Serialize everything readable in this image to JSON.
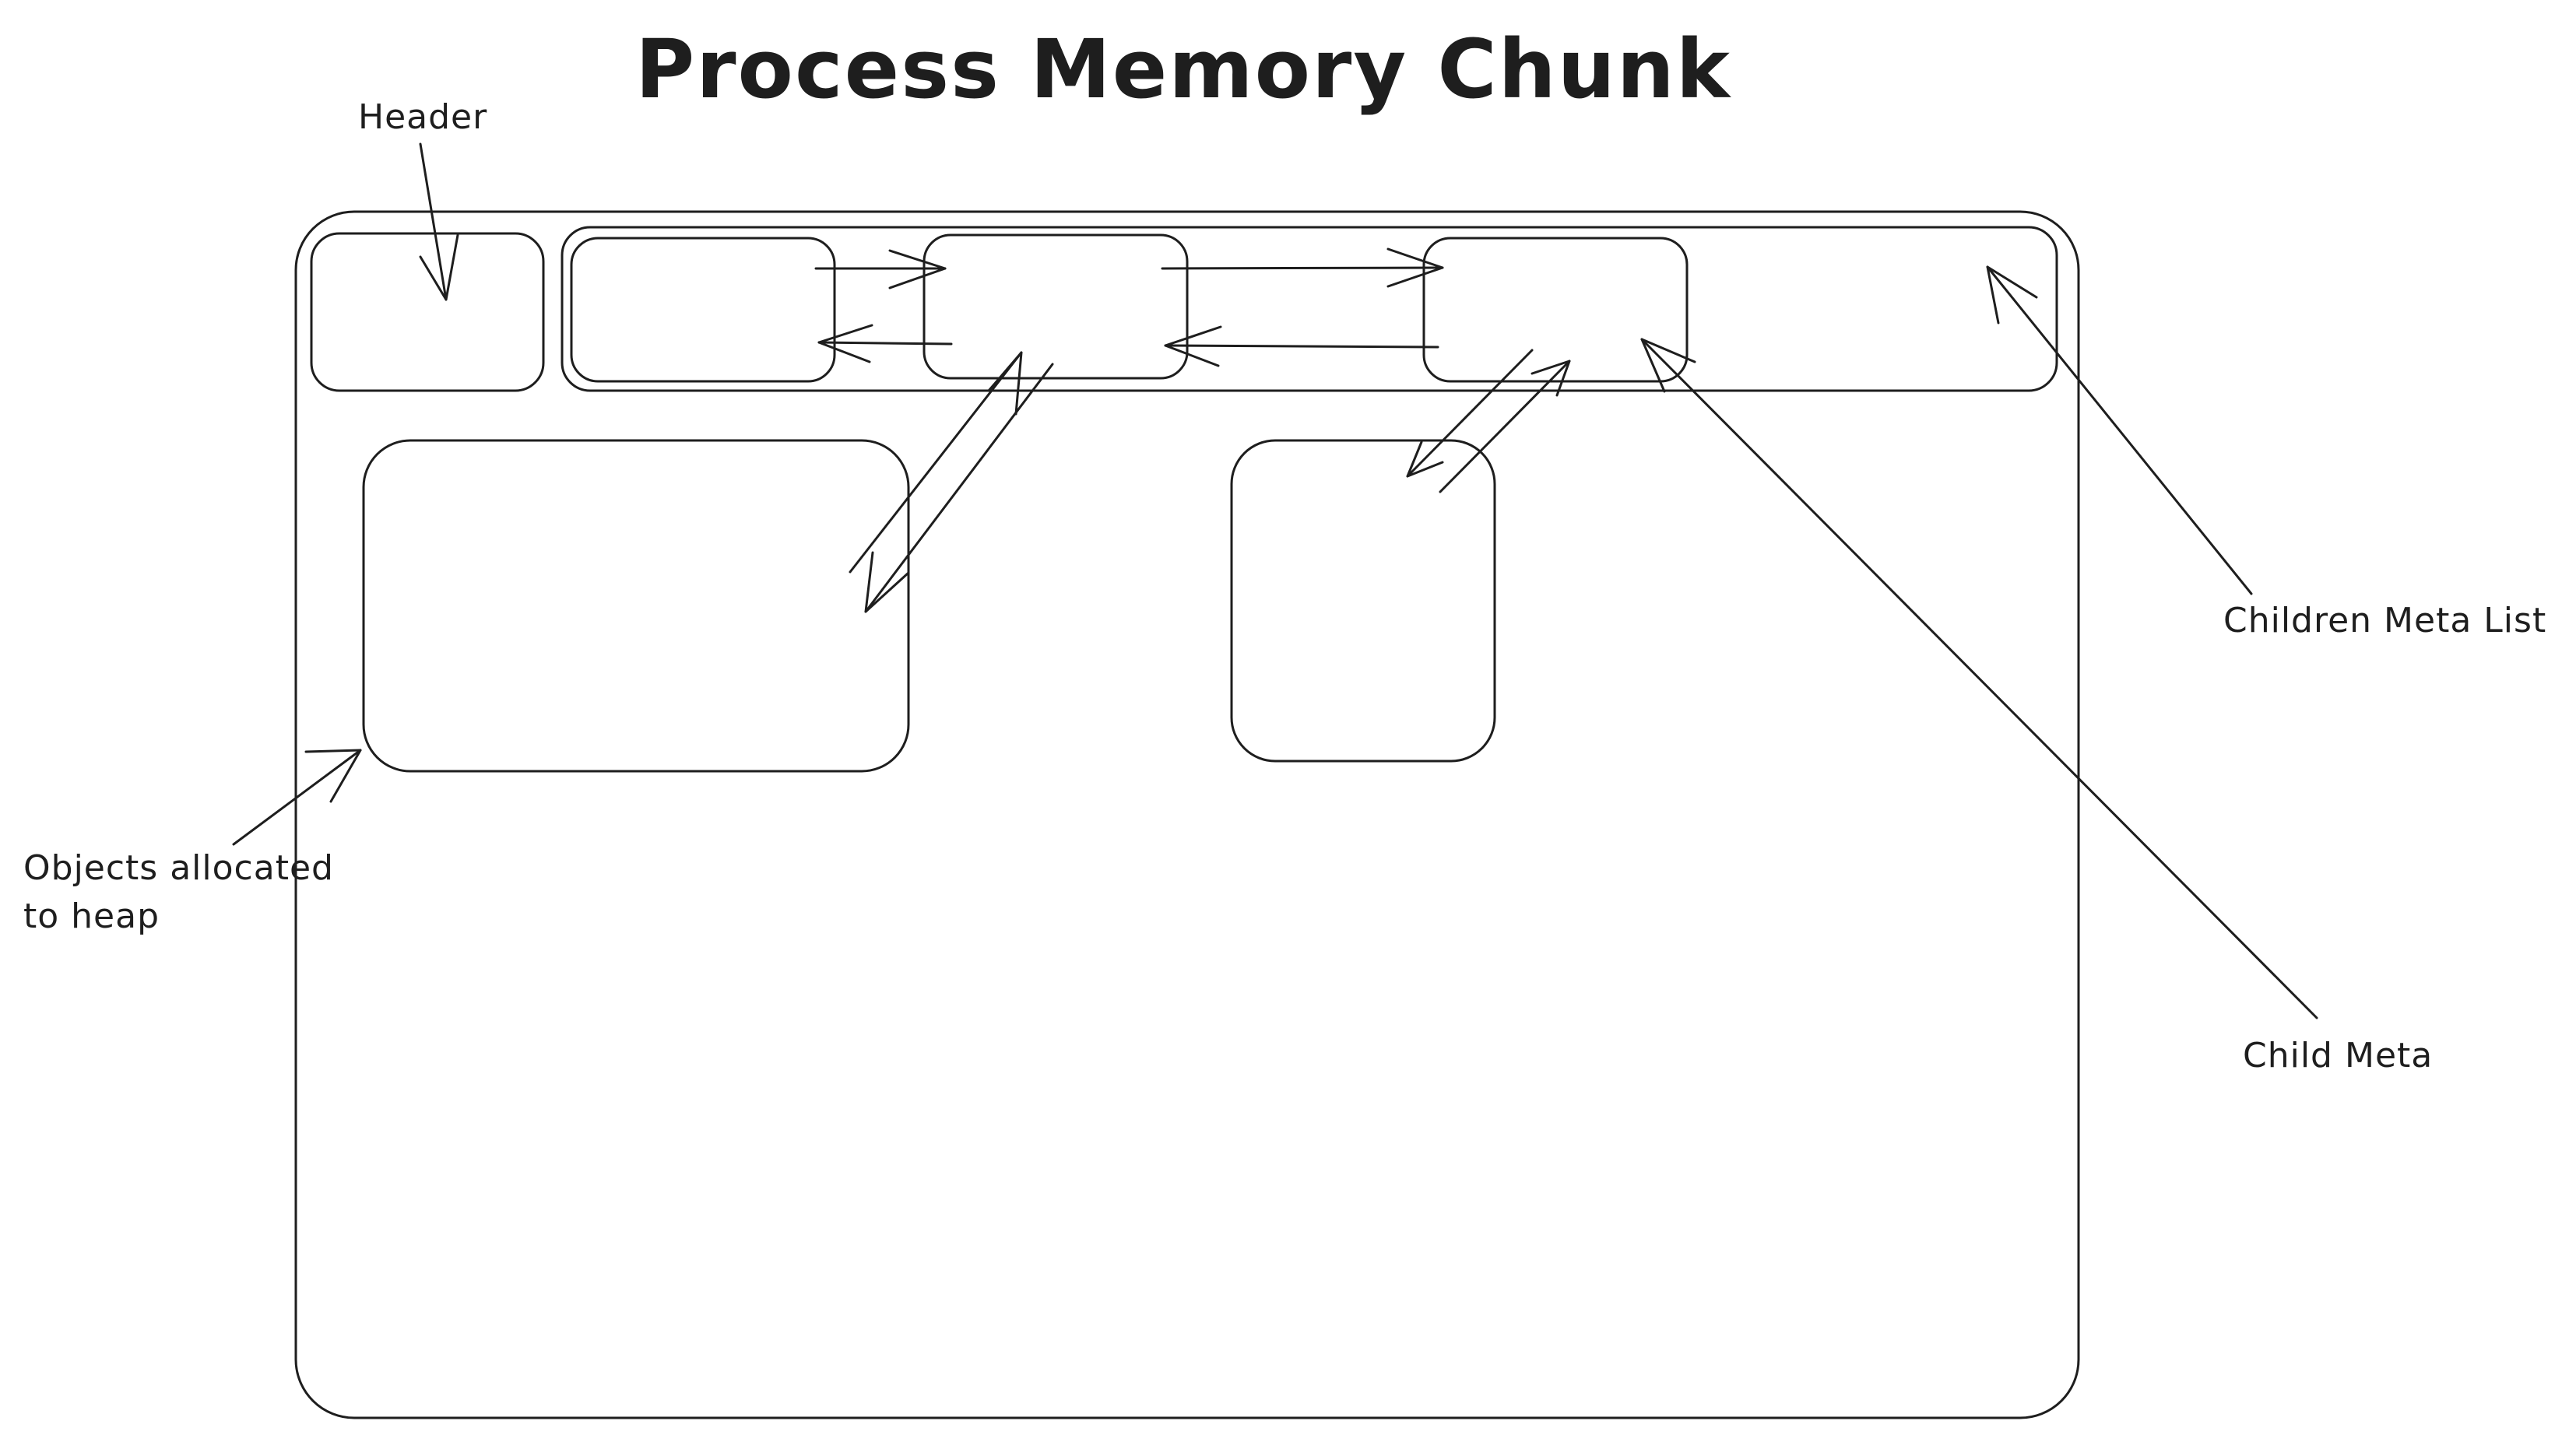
{
  "title": "Process Memory Chunk",
  "labels": {
    "header": "Header",
    "objects_line1": "Objects allocated",
    "objects_line2": "to heap",
    "children_meta_list": "Children Meta List",
    "child_meta": "Child Meta"
  },
  "colors": {
    "stroke": "#1e1e1e",
    "background": "#ffffff"
  }
}
